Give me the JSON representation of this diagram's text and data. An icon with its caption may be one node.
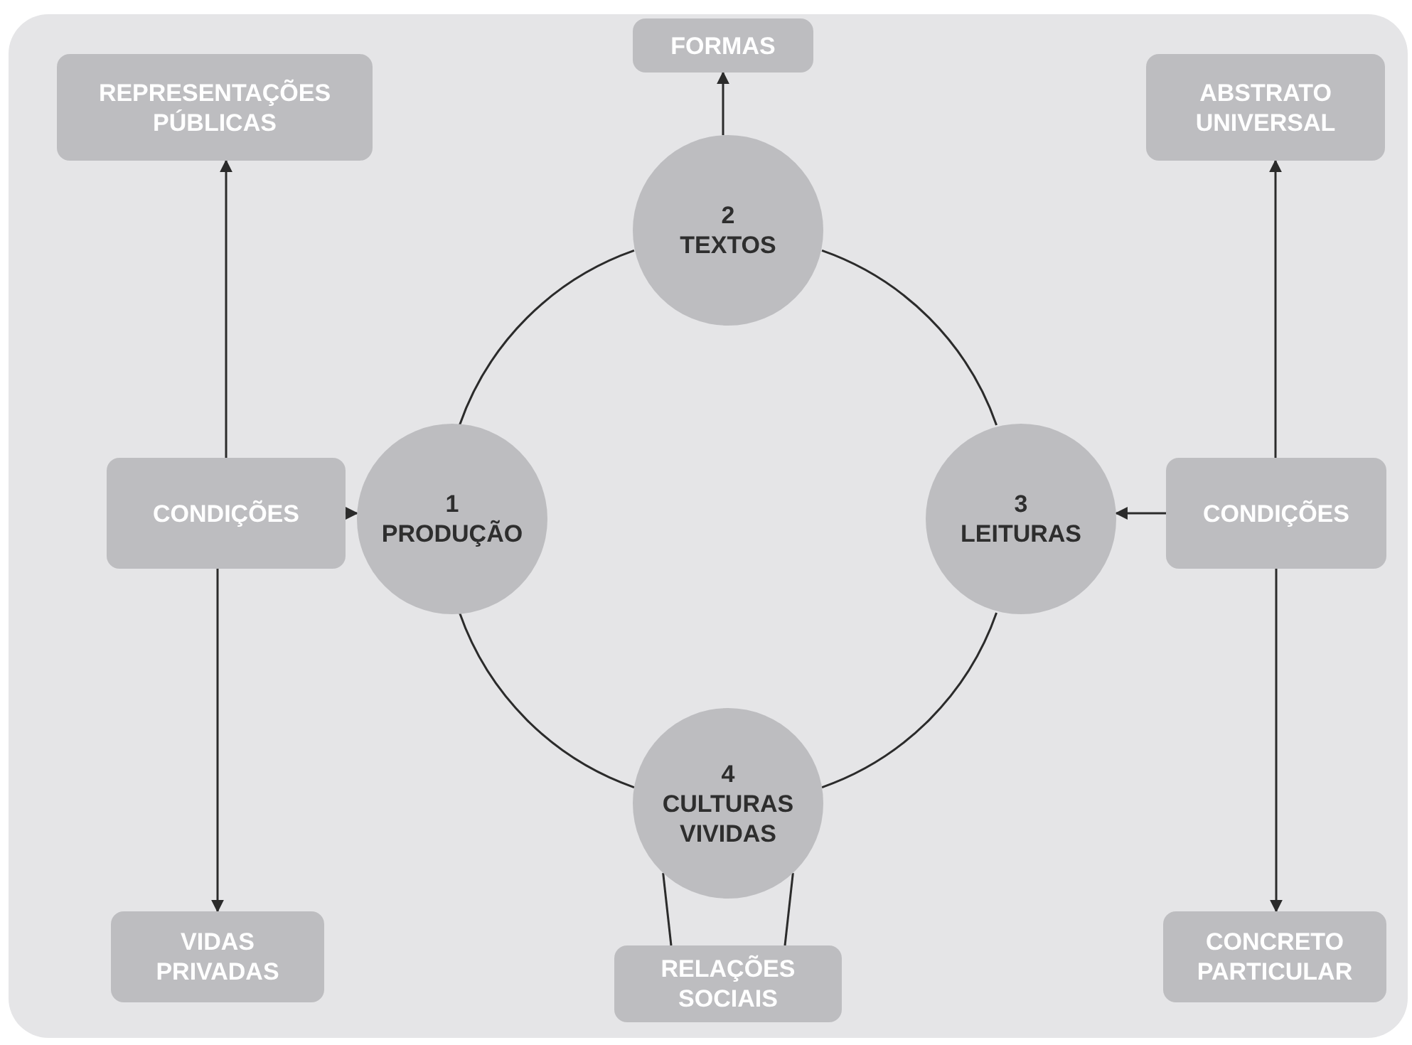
{
  "diagram": {
    "nodes": [
      {
        "text": [
          "REPRESENTAÇÕES PÚBLICAS"
        ]
      },
      {
        "text": [
          "FORMAS"
        ]
      },
      {
        "text": [
          "ABSTRATO UNIVERSAL"
        ]
      },
      {
        "text": [
          "2",
          "TEXTOS"
        ]
      },
      {
        "text": [
          "CONDIÇÕES"
        ]
      },
      {
        "text": [
          "1",
          "PRODUÇÃO"
        ]
      },
      {
        "text": [
          "3",
          "LEITURAS"
        ]
      },
      {
        "text": [
          "CONDIÇÕES"
        ]
      },
      {
        "text": [
          "4",
          "CULTURAS VIVIDAS"
        ]
      },
      {
        "text": [
          "VIDAS PRIVADAS"
        ]
      },
      {
        "text": [
          "RELAÇÕES SOCIAIS"
        ]
      },
      {
        "text": [
          "CONCRETO PARTICULAR"
        ]
      }
    ],
    "edges": [
      {
        "from": 4,
        "to": 0,
        "arrow": "to"
      },
      {
        "from": 4,
        "to": 5,
        "arrow": "to"
      },
      {
        "from": 4,
        "to": 9,
        "arrow": "to"
      },
      {
        "from": 3,
        "to": 1,
        "arrow": "to"
      },
      {
        "from": 7,
        "to": 2,
        "arrow": "to"
      },
      {
        "from": 7,
        "to": 6,
        "arrow": "to"
      },
      {
        "from": 7,
        "to": 11,
        "arrow": "to"
      },
      {
        "from": 5,
        "to": 3,
        "arrow": "none"
      },
      {
        "from": 3,
        "to": 6,
        "arrow": "none"
      },
      {
        "from": 6,
        "to": 8,
        "arrow": "none"
      },
      {
        "from": 8,
        "to": 5,
        "arrow": "none"
      },
      {
        "from": 8,
        "to": 10,
        "arrow": "none"
      },
      {
        "from": 8,
        "to": 10,
        "arrow": "none"
      }
    ]
  }
}
